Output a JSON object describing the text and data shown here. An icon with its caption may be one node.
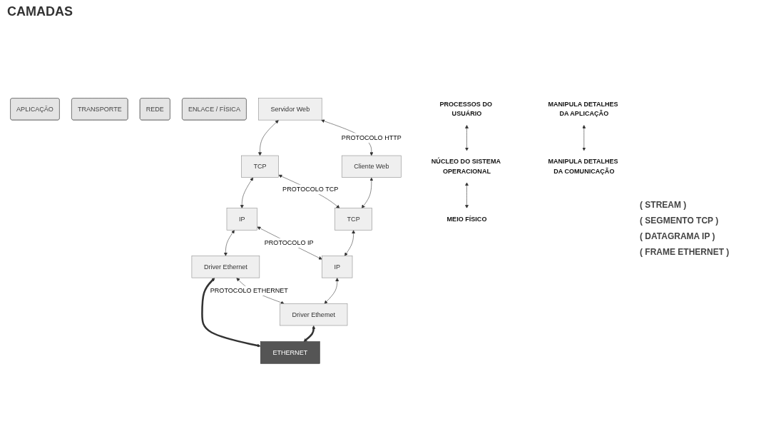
{
  "diagram": {
    "title": "CAMADAS",
    "nodes": [
      {
        "text": [
          "APLICAÇÃO"
        ]
      },
      {
        "text": [
          "TRANSPORTE"
        ]
      },
      {
        "text": [
          "REDE"
        ]
      },
      {
        "text": [
          "ENLACE / FÍSICA"
        ]
      },
      {
        "text": [
          "Servidor Web"
        ]
      },
      {
        "text": [
          "Cliente Web"
        ]
      },
      {
        "text": [
          "TCP"
        ]
      },
      {
        "text": [
          "TCP"
        ]
      },
      {
        "text": [
          "IP"
        ]
      },
      {
        "text": [
          "IP"
        ]
      },
      {
        "text": [
          "Driver Ethernet"
        ]
      },
      {
        "text": [
          "Driver Ethemet"
        ]
      },
      {
        "text": [
          "ETHERNET"
        ]
      },
      {
        "text": [
          "PROCESSOS DO USUÁRIO"
        ]
      },
      {
        "text": [
          "NÚCLEO DO SISTEMA OPERACIONAL"
        ]
      },
      {
        "text": [
          "MEIO FÍSICO"
        ]
      },
      {
        "text": [
          "MANIPULA DETALHES DA APLICAÇÃO"
        ]
      },
      {
        "text": [
          "MANIPULA DETALHES DA COMUNICAÇÃO"
        ]
      }
    ],
    "edges": [
      {
        "from": 4,
        "to": 5,
        "arrow": "both",
        "label": "PROTOCOLO HTTP"
      },
      {
        "from": 6,
        "to": 7,
        "arrow": "both",
        "label": "PROTOCOLO TCP"
      },
      {
        "from": 8,
        "to": 9,
        "arrow": "both",
        "label": "PROTOCOLO IP"
      },
      {
        "from": 10,
        "to": 11,
        "arrow": "both",
        "label": "PROTOCOLO ETHERNET"
      },
      {
        "from": 4,
        "to": 6,
        "arrow": "both"
      },
      {
        "from": 6,
        "to": 8,
        "arrow": "both"
      },
      {
        "from": 8,
        "to": 10,
        "arrow": "both"
      },
      {
        "from": 10,
        "to": 12,
        "arrow": "both",
        "style": "thick"
      },
      {
        "from": 5,
        "to": 7,
        "arrow": "both"
      },
      {
        "from": 7,
        "to": 9,
        "arrow": "both"
      },
      {
        "from": 9,
        "to": 11,
        "arrow": "both"
      },
      {
        "from": 11,
        "to": 12,
        "arrow": "both",
        "style": "thick"
      },
      {
        "from": 13,
        "to": 14,
        "arrow": "both"
      },
      {
        "from": 14,
        "to": 15,
        "arrow": "both"
      },
      {
        "from": 16,
        "to": 17,
        "arrow": "both"
      }
    ],
    "labels": [
      "( STREAM )",
      "( SEGMENTO TCP )",
      "( DATAGRAMA IP )",
      "( FRAME ETHERNET )"
    ]
  }
}
